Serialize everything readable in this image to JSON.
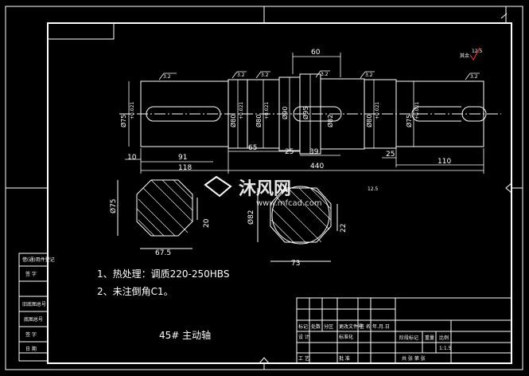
{
  "dims": {
    "key_width_top": "60",
    "d_end_left": "Ø75",
    "d_journal_1": "Ø80",
    "d_journal_2": "Ø80",
    "d_shoulder": "Ø90",
    "d_collar": "Ø95",
    "d_mid_key": "Ø82",
    "d_journal_3": "Ø80",
    "d_end_right": "Ø75",
    "len_10": "10",
    "len_91": "91",
    "len_118": "118",
    "len_65": "65",
    "len_25a": "25",
    "len_39": "39",
    "len_440": "440",
    "len_25b": "25",
    "len_110": "110",
    "tol_a": "0.039",
    "tol_b": "+0.021",
    "tol_c": "+0.002",
    "sec1_dia": "Ø75",
    "sec1_key": "20",
    "sec1_depth": "67.5",
    "sec2_dia": "Ø82",
    "sec2_key": "22",
    "sec2_depth": "73",
    "surface_mark": "12.5",
    "rough_label": "其余",
    "roughness": "3.2"
  },
  "notes": {
    "n1": "1、热处理：调质220-250HBS",
    "n2": "2、未注倒角C1。",
    "material": "45#  主动轴"
  },
  "watermark": {
    "brand": "沐风网",
    "url": "www.mfcad.com"
  },
  "left_table": [
    "借(通)用件登记",
    "旧底图总号",
    "底图总号",
    "签 字",
    "日 期"
  ],
  "title_block": {
    "headers": [
      "标记",
      "处数",
      "分区",
      "更改文件号",
      "签 名",
      "年.月.日"
    ],
    "row2": [
      "设 计",
      "",
      "",
      "标准化"
    ],
    "row3": [
      "工 艺",
      "",
      "",
      "批 准"
    ],
    "right": [
      "阶段标记",
      "重量",
      "比例"
    ],
    "scale": "1:1.5",
    "sheet": "共  张  第  张"
  }
}
